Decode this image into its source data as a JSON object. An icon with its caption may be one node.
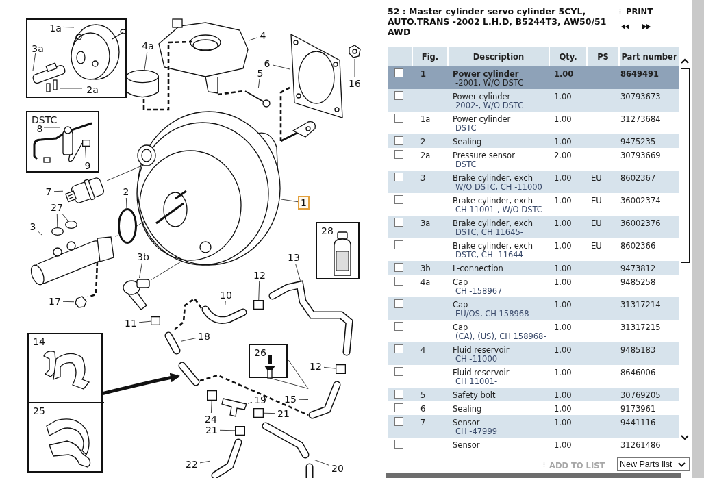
{
  "diagram": {
    "title": "52 : Master cylinder servo cylinder 5CYL, AUTO.TRANS -2002 L.H.D, B5244T3, AW50/51 AWD",
    "nodes": [
      {
        "text": [],
        "shape": "box"
      },
      {
        "text": [
          "1a"
        ],
        "in": 0
      },
      {
        "text": [
          "3a"
        ],
        "in": 0
      },
      {
        "text": [
          "2a"
        ],
        "in": 0
      },
      {
        "text": [
          "4a"
        ]
      },
      {
        "text": [
          "4"
        ]
      },
      {
        "text": [
          "6"
        ]
      },
      {
        "text": [
          "5"
        ]
      },
      {
        "text": [
          "16"
        ]
      },
      {
        "text": [
          "DSTC"
        ]
      },
      {
        "text": [
          "8"
        ],
        "in": 9
      },
      {
        "text": [
          "9"
        ],
        "in": 9
      },
      {
        "text": [
          "7"
        ]
      },
      {
        "text": [
          "2"
        ]
      },
      {
        "text": [
          "27"
        ]
      },
      {
        "text": [
          "1"
        ]
      },
      {
        "text": [
          "28"
        ]
      },
      {
        "text": [
          "3"
        ]
      },
      {
        "text": [
          "3b"
        ]
      },
      {
        "text": [
          "13"
        ]
      },
      {
        "text": [
          "12"
        ]
      },
      {
        "text": [
          "10"
        ]
      },
      {
        "text": [
          "17"
        ]
      },
      {
        "text": [
          "11"
        ]
      },
      {
        "text": [
          "18"
        ]
      },
      {
        "text": [],
        "shape": "box"
      },
      {
        "text": [
          "14"
        ],
        "in": 25
      },
      {
        "text": [
          "25"
        ],
        "in": 25
      },
      {
        "text": [
          "26"
        ]
      },
      {
        "text": [
          "12"
        ]
      },
      {
        "text": [
          "15"
        ]
      },
      {
        "text": [
          "19"
        ]
      },
      {
        "text": [
          "21"
        ]
      },
      {
        "text": [
          "24"
        ]
      },
      {
        "text": [
          "21"
        ]
      },
      {
        "text": [
          "22"
        ]
      },
      {
        "text": [
          "20"
        ]
      },
      {
        "text": [],
        "shape": "picture"
      },
      {
        "text": [],
        "shape": "picture"
      },
      {
        "text": [],
        "shape": "cylinder"
      },
      {
        "text": [],
        "shape": "picture"
      },
      {
        "text": [],
        "shape": "picture"
      },
      {
        "text": [],
        "shape": "picture"
      },
      {
        "text": [],
        "shape": "picture"
      },
      {
        "text": [],
        "shape": "circle"
      },
      {
        "text": [],
        "shape": "circle"
      },
      {
        "text": [],
        "shape": "circle"
      },
      {
        "text": [],
        "shape": "picture"
      },
      {
        "text": [],
        "shape": "picture"
      },
      {
        "text": [],
        "shape": "picture"
      },
      {
        "text": [],
        "shape": "box"
      },
      {
        "text": [],
        "shape": "picture"
      },
      {
        "text": [],
        "shape": "box"
      },
      {
        "text": [],
        "shape": "picture"
      },
      {
        "text": [],
        "shape": "picture"
      },
      {
        "text": [],
        "shape": "box"
      },
      {
        "text": [],
        "shape": "picture"
      },
      {
        "text": [],
        "shape": "box"
      },
      {
        "text": [],
        "shape": "picture"
      },
      {
        "text": [],
        "shape": "box"
      },
      {
        "text": [],
        "shape": "box"
      },
      {
        "text": [],
        "shape": "picture"
      },
      {
        "text": [],
        "shape": "picture"
      },
      {
        "text": [],
        "shape": "picture"
      },
      {
        "text": [],
        "shape": "picture"
      },
      {
        "text": [],
        "shape": "box",
        "in": 9
      }
    ],
    "edges": [
      {
        "from": 1,
        "to": null,
        "arrow": "none"
      },
      {
        "from": 2,
        "to": null,
        "arrow": "none"
      },
      {
        "from": 3,
        "to": null,
        "arrow": "none"
      },
      {
        "from": 4,
        "to": 39,
        "arrow": "none"
      },
      {
        "from": 5,
        "to": 38,
        "arrow": "none"
      },
      {
        "from": 6,
        "to": 40,
        "arrow": "none"
      },
      {
        "from": 7,
        "to": 42,
        "arrow": "none"
      },
      {
        "from": 8,
        "to": 41,
        "arrow": "none"
      },
      {
        "from": 10,
        "to": null,
        "arrow": "none"
      },
      {
        "from": 11,
        "to": 65,
        "arrow": "none"
      },
      {
        "from": 12,
        "to": 43,
        "arrow": "none"
      },
      {
        "from": 13,
        "to": 44,
        "arrow": "none"
      },
      {
        "from": 14,
        "to": 45,
        "arrow": "none"
      },
      {
        "from": 14,
        "to": 46,
        "arrow": "none"
      },
      {
        "from": 15,
        "to": 37,
        "arrow": "none"
      },
      {
        "from": 17,
        "to": 47,
        "arrow": "none"
      },
      {
        "from": 18,
        "to": 49,
        "arrow": "none"
      },
      {
        "from": 19,
        "to": 53,
        "arrow": "none"
      },
      {
        "from": 20,
        "to": 52,
        "arrow": "none"
      },
      {
        "from": 21,
        "to": 51,
        "arrow": "none"
      },
      {
        "from": 22,
        "to": 48,
        "arrow": "none"
      },
      {
        "from": 23,
        "to": 50,
        "arrow": "none"
      },
      {
        "from": 24,
        "to": 54,
        "arrow": "none"
      },
      {
        "from": 25,
        "to": 63,
        "arrow": "to",
        "style": "thick"
      },
      {
        "from": 28,
        "to": 56,
        "arrow": "none"
      },
      {
        "from": 28,
        "to": 56,
        "arrow": "none"
      },
      {
        "from": 29,
        "to": 55,
        "arrow": "none"
      },
      {
        "from": 30,
        "to": 56,
        "arrow": "none"
      },
      {
        "from": 31,
        "to": 58,
        "arrow": "none"
      },
      {
        "from": 32,
        "to": 59,
        "arrow": "none"
      },
      {
        "from": 33,
        "to": 57,
        "arrow": "none"
      },
      {
        "from": 34,
        "to": 60,
        "arrow": "none"
      },
      {
        "from": 35,
        "to": 61,
        "arrow": "none"
      },
      {
        "from": 36,
        "to": 62,
        "arrow": "none"
      },
      {
        "from": 39,
        "to": 38,
        "arrow": "none",
        "style": "dashed"
      },
      {
        "from": 38,
        "to": 42,
        "arrow": "none",
        "style": "dashed"
      },
      {
        "from": 40,
        "to": 64,
        "arrow": "none",
        "style": "dashed"
      },
      {
        "from": 47,
        "to": 48,
        "arrow": "none",
        "style": "dashed"
      },
      {
        "from": 51,
        "to": 54,
        "arrow": "none",
        "style": "dashed"
      },
      {
        "from": 63,
        "to": 56,
        "arrow": "none",
        "style": "dashed"
      },
      {
        "from": 43,
        "to": 37,
        "arrow": "none"
      },
      {
        "from": 47,
        "to": 44,
        "arrow": "none"
      },
      {
        "from": 49,
        "to": 37,
        "arrow": "none"
      },
      {
        "from": 44,
        "to": 37,
        "arrow": "none"
      }
    ],
    "labels": [
      "PRINT",
      "Fig.",
      "Description",
      "Qty.",
      "PS",
      "Part number",
      "1",
      "Power cylinder",
      "-2001, W/O DSTC",
      "1.00",
      "8649491",
      "Power cylinder",
      "2002-, W/O DSTC",
      "1.00",
      "30793673",
      "1a",
      "Power cylinder",
      "DSTC",
      "1.00",
      "31273684",
      "2",
      "Sealing",
      "1.00",
      "9475235",
      "2a",
      "Pressure sensor",
      "DSTC",
      "2.00",
      "30793669",
      "3",
      "Brake cylinder, exch",
      "W/O DSTC, CH -11000",
      "1.00",
      "EU",
      "8602367",
      "Brake cylinder, exch",
      "CH 11001-, W/O DSTC",
      "1.00",
      "EU",
      "36002374",
      "3a",
      "Brake cylinder, exch",
      "DSTC, CH 11645-",
      "1.00",
      "EU",
      "36002376",
      "Brake cylinder, exch",
      "DSTC, CH -11644",
      "1.00",
      "EU",
      "8602366",
      "3b",
      "L-connection",
      "1.00",
      "9473812",
      "4a",
      "Cap",
      "CH -158967",
      "1.00",
      "9485258",
      "Cap",
      "EU/OS, CH 158968-",
      "1.00",
      "31317214",
      "Cap",
      "(CA), (US), CH 158968-",
      "1.00",
      "31317215",
      "4",
      "Fluid reservoir",
      "CH -11000",
      "1.00",
      "9485183",
      "Fluid reservoir",
      "CH 11001-",
      "1.00",
      "8646006",
      "5",
      "Safety bolt",
      "1.00",
      "30769205",
      "6",
      "Sealing",
      "1.00",
      "9173961",
      "7",
      "Sensor",
      "CH -47999",
      "1.00",
      "9441116",
      "Sensor",
      "1.00",
      "31261486",
      "ADD TO LIST",
      "New Parts list"
    ]
  }
}
